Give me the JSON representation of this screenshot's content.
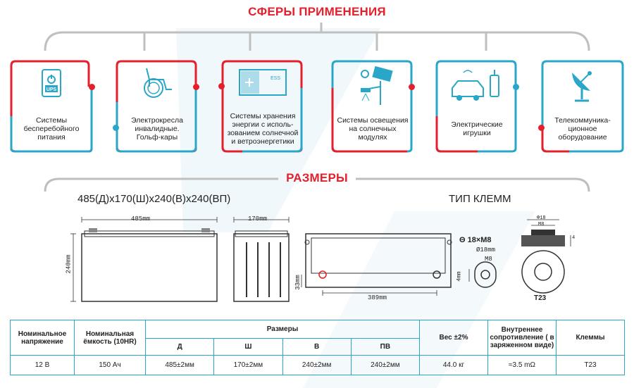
{
  "sections": {
    "applications_title": "СФЕРЫ ПРИМЕНЕНИЯ",
    "dimensions_title": "РАЗМЕРЫ"
  },
  "cards": [
    {
      "icon": "ups-icon",
      "lines": [
        "Системы",
        "бесперебойного",
        "питания"
      ],
      "ups_label": "UPS"
    },
    {
      "icon": "wheelchair-icon",
      "lines": [
        "Электрокресла",
        "инвалидные.",
        "Гольф-кары"
      ]
    },
    {
      "icon": "energy-storage-icon",
      "lines": [
        "Системы хранения",
        "энергии с исполь-",
        "зованием солнечной",
        "и ветроэнергетики"
      ],
      "ess_label": "ESS"
    },
    {
      "icon": "solar-lamp-icon",
      "lines": [
        "Системы освещения",
        "на солнечных",
        "модулях"
      ]
    },
    {
      "icon": "electric-toy-icon",
      "lines": [
        "Электрические",
        "игрушки"
      ]
    },
    {
      "icon": "satellite-dish-icon",
      "lines": [
        "Телекоммуника-",
        "ционное",
        "оборудование"
      ]
    }
  ],
  "dimensions": {
    "size_text": "485(Д)x170(Ш)x240(В)x240(ВП)",
    "terminal_title": "ТИП КЛЕММ",
    "length_label": "485mm",
    "width_label": "170mm",
    "height_label": "240mm",
    "terminal_spacing": "389mm",
    "terminal_height": "33mm",
    "bolt_label": "Θ 18×M8",
    "diameter_label": "Ø18mm",
    "thread_label": "M8",
    "thick_label": "4mm",
    "t23_phi": "Φ18",
    "t23_m": "M8",
    "t23_h": "4",
    "t23_label": "T23"
  },
  "table": {
    "h_voltage": "Номинальное напряжение",
    "h_capacity": "Номинальная ёмкость (10HR)",
    "h_sizes": "Размеры",
    "h_d": "Д",
    "h_w": "Ш",
    "h_h": "В",
    "h_th": "ПВ",
    "h_weight": "Вес ±2%",
    "h_resistance": "Внутреннее сопротивление ( в заряженном виде)",
    "h_terminals": "Клеммы",
    "row": {
      "voltage": "12 В",
      "capacity": "150 Ач",
      "d": "485±2мм",
      "w": "170±2мм",
      "h": "240±2мм",
      "th": "240±2мм",
      "weight": "44.0 кг",
      "resistance": "≈3.5  mΩ",
      "terminals": "T23"
    }
  },
  "colors": {
    "red": "#e3202c",
    "cyan": "#2aa6c8",
    "gray_line": "#bfbfbf"
  }
}
